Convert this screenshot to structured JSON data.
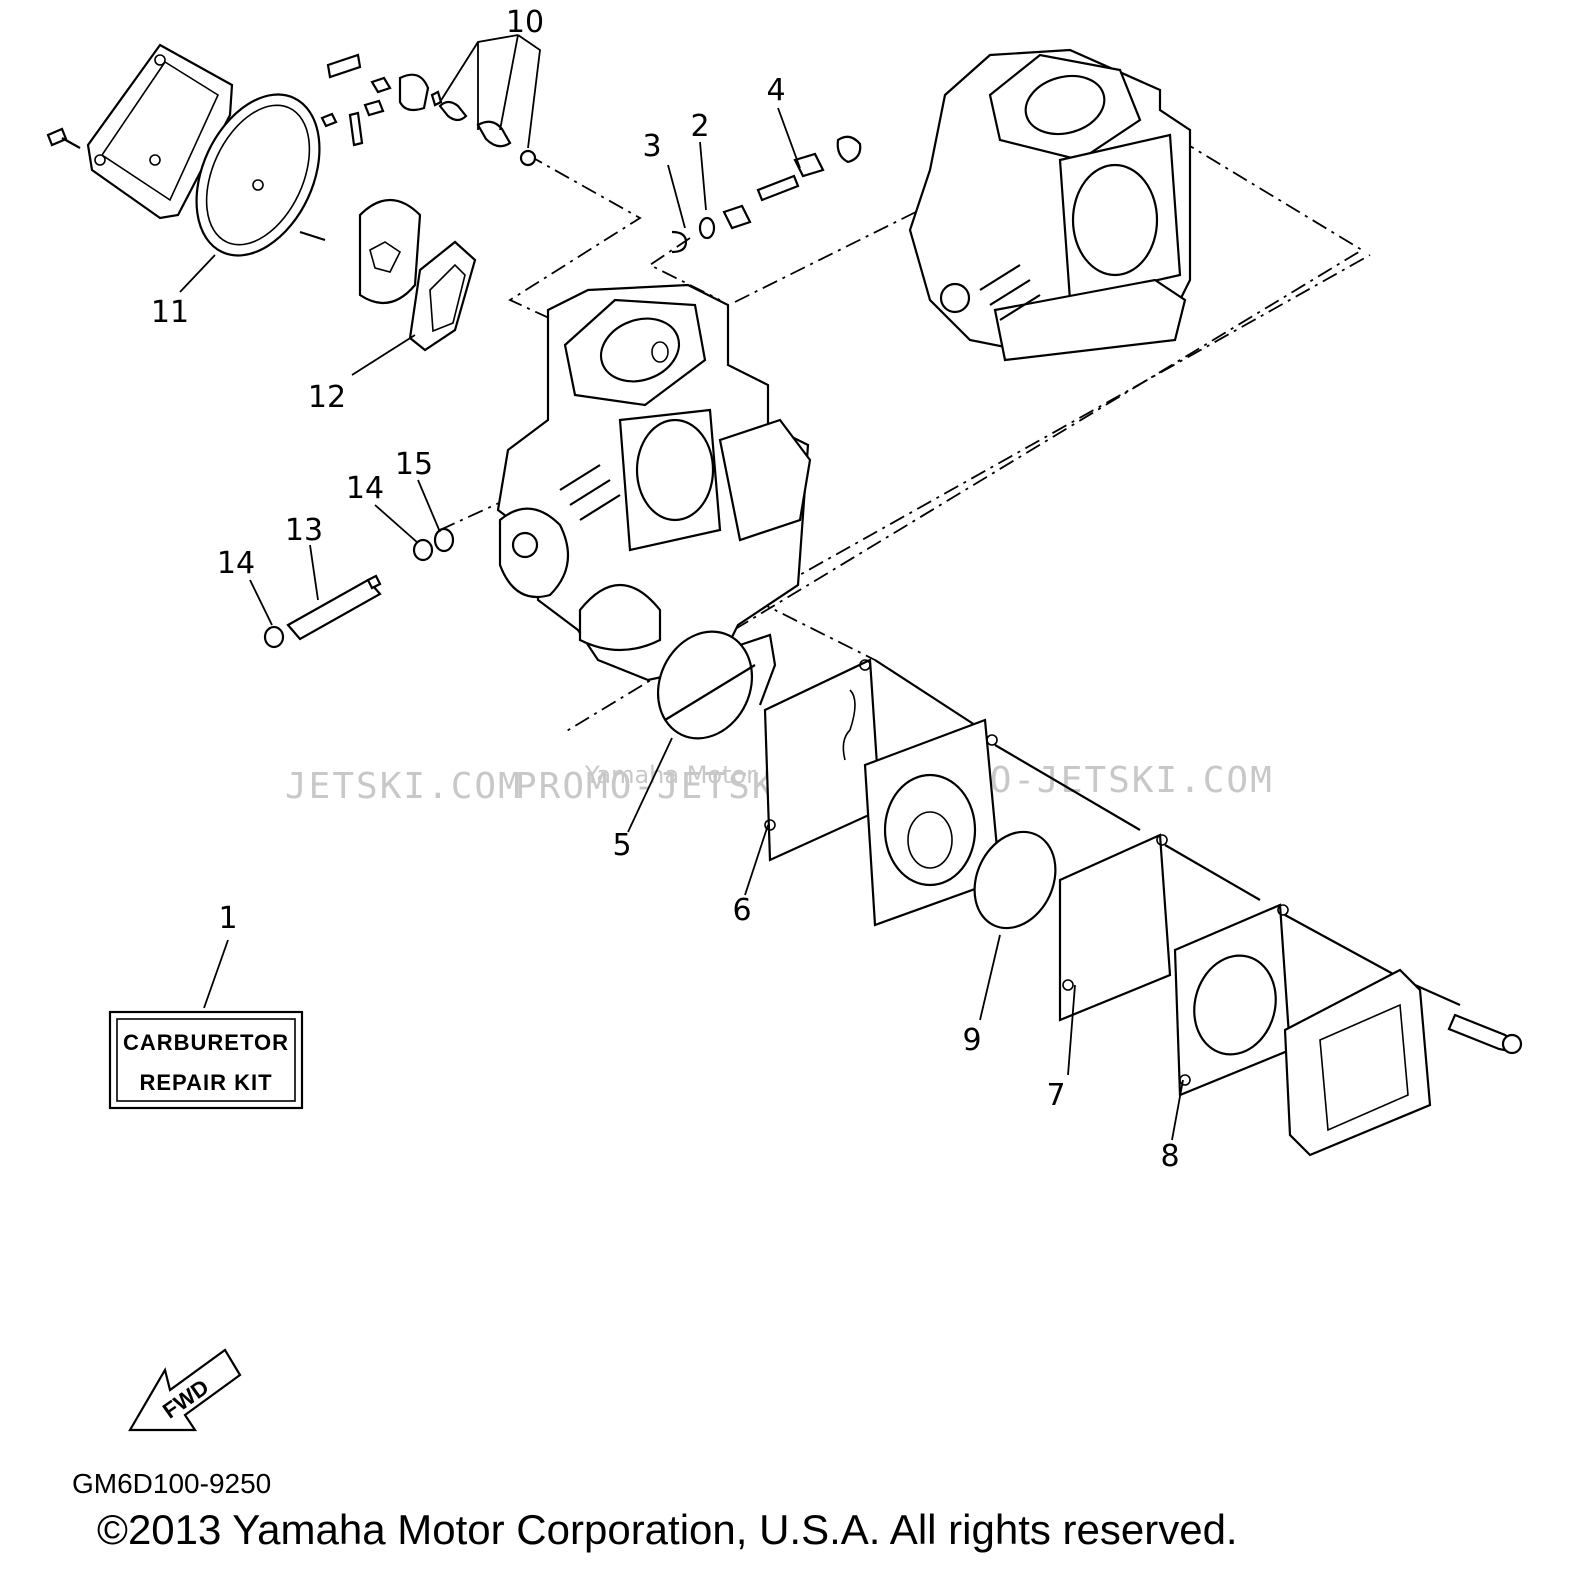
{
  "callouts": [
    "1",
    "2",
    "3",
    "4",
    "5",
    "6",
    "7",
    "8",
    "9",
    "10",
    "11",
    "12",
    "13",
    "14",
    "14",
    "15"
  ],
  "kit_box": {
    "line1": "CARBURETOR",
    "line2": "REPAIR KIT"
  },
  "fwd_label": "FWD",
  "diagram_code": "GM6D100-9250",
  "copyright": "©2013 Yamaha Motor Corporation, U.S.A. All rights reserved.",
  "watermark": {
    "left": "JETSKI.COM",
    "center": "PROMO-JETSKI.COM",
    "right": "PROMO-JETSKI.COM",
    "overlay": "Yamaha Motor Corp."
  }
}
